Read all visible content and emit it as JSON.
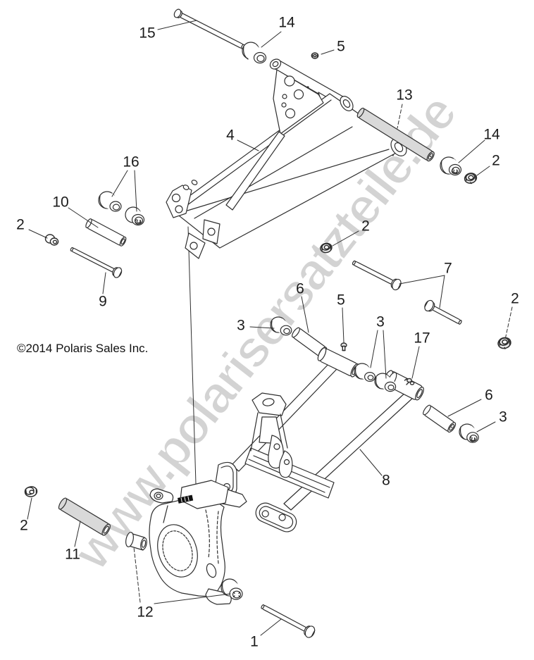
{
  "watermark": {
    "text": "www.polarisersatzteile.de",
    "color": "#d3d3d3"
  },
  "copyright": "©2014 Polaris Sales Inc.",
  "diagram": {
    "type": "exploded-parts-diagram",
    "subject": "Polaris rear suspension / control arm assembly",
    "background": "#ffffff",
    "line_color": "#2e2e2e",
    "label_color": "#1b1b1b"
  },
  "callouts": [
    {
      "num": "15",
      "points_to": "long-bolt-top"
    },
    {
      "num": "14",
      "points_to": "bushing-cup-top"
    },
    {
      "num": "5",
      "points_to": "small-nut-top"
    },
    {
      "num": "4",
      "points_to": "upper-a-arm"
    },
    {
      "num": "13",
      "points_to": "pivot-shaft"
    },
    {
      "num": "14",
      "points_to": "bushing-cup-right"
    },
    {
      "num": "2",
      "points_to": "flange-nut-right-top"
    },
    {
      "num": "16",
      "points_to": "bushing-pair-left"
    },
    {
      "num": "10",
      "points_to": "spacer-tube-left"
    },
    {
      "num": "2",
      "points_to": "flange-nut-left"
    },
    {
      "num": "9",
      "points_to": "bolt-left"
    },
    {
      "num": "2",
      "points_to": "flange-nut-middle"
    },
    {
      "num": "7",
      "points_to": "bolt-pair-right"
    },
    {
      "num": "2",
      "points_to": "flange-nut-far-right"
    },
    {
      "num": "3",
      "points_to": "bushing-left-middle"
    },
    {
      "num": "6",
      "points_to": "spacer-tube-middle"
    },
    {
      "num": "5",
      "points_to": "grease-fitting-middle"
    },
    {
      "num": "3",
      "points_to": "bushing-pair-middle"
    },
    {
      "num": "17",
      "points_to": "clip"
    },
    {
      "num": "6",
      "points_to": "spacer-tube-right"
    },
    {
      "num": "3",
      "points_to": "bushing-right"
    },
    {
      "num": "8",
      "points_to": "lower-control-arm"
    },
    {
      "num": "2",
      "points_to": "flange-nut-bottom-left"
    },
    {
      "num": "11",
      "points_to": "spacer-tube-bottom-left"
    },
    {
      "num": "12",
      "points_to": "knuckle-bushings"
    },
    {
      "num": "1",
      "points_to": "bolt-bottom"
    }
  ]
}
